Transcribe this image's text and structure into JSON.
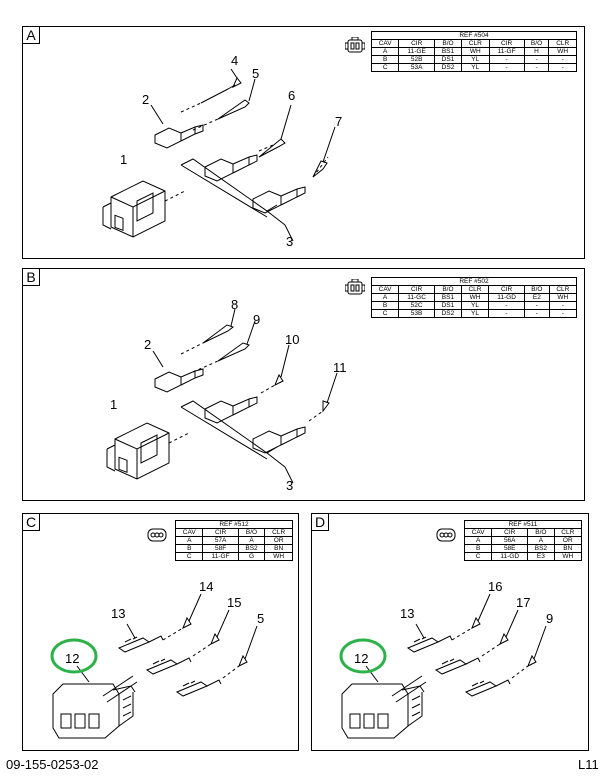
{
  "panels": {
    "A": {
      "label": "A",
      "ref_title": "REF #504",
      "headers": [
        "CAV",
        "CIR",
        "B/O",
        "CLR",
        "CIR",
        "B/O",
        "CLR"
      ],
      "rows": [
        [
          "A",
          "11-GE",
          "BS1",
          "WH",
          "11-GF",
          "H",
          "WH"
        ],
        [
          "B",
          "52B",
          "DS1",
          "YL",
          "-",
          "-",
          "-"
        ],
        [
          "C",
          "53A",
          "DS2",
          "YL",
          "-",
          "-",
          "-"
        ]
      ],
      "callouts": {
        "c1": "1",
        "c2": "2",
        "c3": "3",
        "c4": "4",
        "c5": "5",
        "c6": "6",
        "c7": "7"
      }
    },
    "B": {
      "label": "B",
      "ref_title": "REF #502",
      "headers": [
        "CAV",
        "CIR",
        "B/O",
        "CLR",
        "CIR",
        "B/O",
        "CLR"
      ],
      "rows": [
        [
          "A",
          "11-GC",
          "BS1",
          "WH",
          "11-GD",
          "E2",
          "WH"
        ],
        [
          "B",
          "52C",
          "DS1",
          "YL",
          "-",
          "-",
          "-"
        ],
        [
          "C",
          "53B",
          "DS2",
          "YL",
          "-",
          "-",
          "-"
        ]
      ],
      "callouts": {
        "c1": "1",
        "c2": "2",
        "c3": "3",
        "c8": "8",
        "c9": "9",
        "c10": "10",
        "c11": "11"
      }
    },
    "C": {
      "label": "C",
      "ref_title": "REF #512",
      "headers": [
        "CAV",
        "CIR",
        "B/O",
        "CLR"
      ],
      "rows": [
        [
          "A",
          "57A",
          "A",
          "OR"
        ],
        [
          "B",
          "58F",
          "BS2",
          "BN"
        ],
        [
          "C",
          "11-GF",
          "G",
          "WH"
        ]
      ],
      "callouts": {
        "c12": "12",
        "c13": "13",
        "c14": "14",
        "c15": "15",
        "c5": "5"
      }
    },
    "D": {
      "label": "D",
      "ref_title": "REF #511",
      "headers": [
        "CAV",
        "CIR",
        "B/O",
        "CLR"
      ],
      "rows": [
        [
          "A",
          "56A",
          "A",
          "OR"
        ],
        [
          "B",
          "58E",
          "BS2",
          "BN"
        ],
        [
          "C",
          "11-GD",
          "E3",
          "WH"
        ]
      ],
      "callouts": {
        "c12": "12",
        "c13": "13",
        "c16": "16",
        "c17": "17",
        "c9": "9"
      }
    }
  },
  "colors": {
    "highlight_circle": "#2db24a",
    "line": "#000000"
  },
  "footer": {
    "part_number": "09-155-0253-02",
    "page_code": "L11"
  }
}
